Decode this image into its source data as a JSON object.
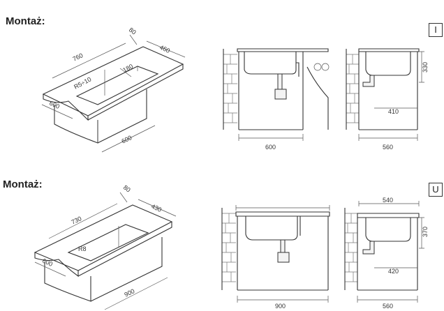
{
  "sections": [
    {
      "heading": "Montaż:",
      "badge": "I",
      "iso_dims": {
        "depth": "80",
        "width": "460",
        "length": "760",
        "radius": "R5÷10",
        "inner": "180",
        "front": "600",
        "cabinet": "600"
      },
      "front_view": {
        "cabinet_width": "600"
      },
      "side_view": {
        "height": "330",
        "drain_offset": "410",
        "depth": "560"
      }
    },
    {
      "heading": "Montaż:",
      "badge": "U",
      "iso_dims": {
        "depth": "80",
        "width": "430",
        "length": "730",
        "radius": "R8",
        "front": "600",
        "cabinet": "900"
      },
      "front_view": {
        "cabinet_width": "900"
      },
      "side_view": {
        "top_width": "540",
        "height": "370",
        "drain_offset": "420",
        "depth": "560"
      }
    }
  ]
}
